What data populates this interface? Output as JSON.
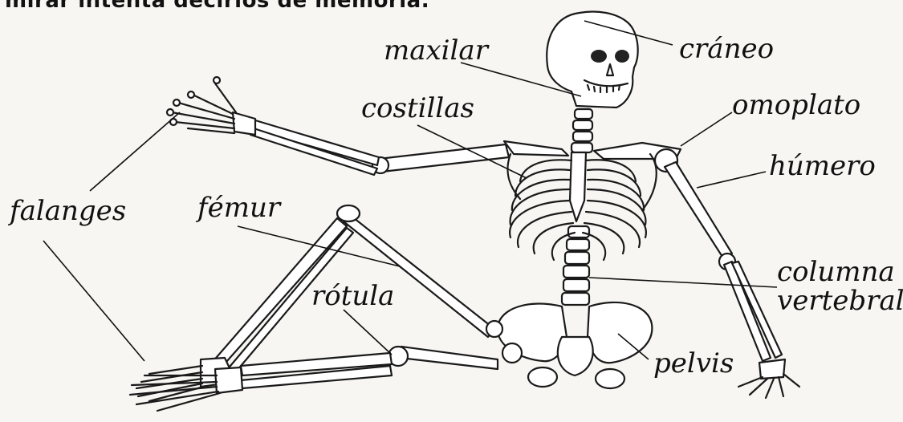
{
  "header": {
    "text": "mirar intenta decirlos de memoria."
  },
  "labels": {
    "craneo": "cráneo",
    "maxilar": "maxilar",
    "costillas": "costillas",
    "omoplato": "omoplato",
    "humero": "húmero",
    "falanges": "falanges",
    "femur": "fémur",
    "columna_1": "columna",
    "columna_2": "vertebral",
    "rotula": "rótula",
    "pelvis": "pelvis"
  }
}
